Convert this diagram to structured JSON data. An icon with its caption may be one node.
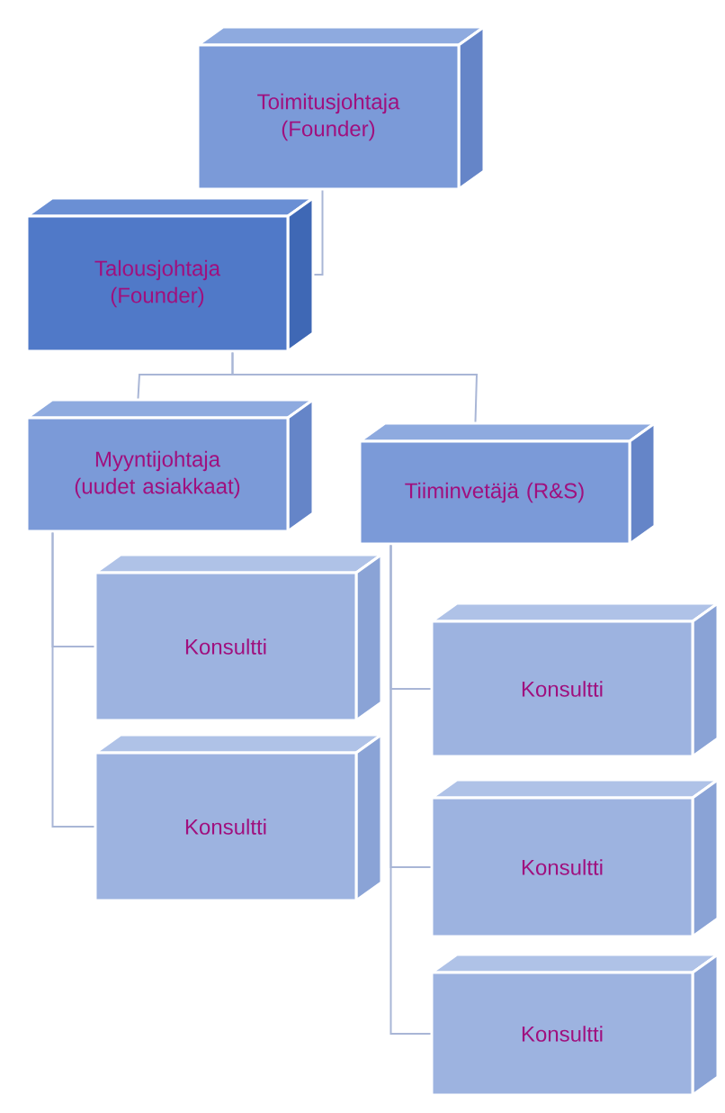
{
  "diagram": {
    "nodes": [
      {
        "text": [
          "Toimitusjohtaja (Founder)"
        ]
      },
      {
        "text": [
          "Talousjohtaja (Founder)"
        ]
      },
      {
        "text": [
          "Myyntijohtaja (uudet asiakkaat)"
        ]
      },
      {
        "text": [
          "Tiiminvetäjä (R&S)"
        ]
      },
      {
        "text": [
          "Konsultti"
        ]
      },
      {
        "text": [
          "Konsultti"
        ]
      },
      {
        "text": [
          "Konsultti"
        ]
      },
      {
        "text": [
          "Konsultti"
        ]
      },
      {
        "text": [
          "Konsultti"
        ]
      }
    ],
    "edges": [
      {
        "from": 0,
        "to": 1,
        "arrow": "none"
      },
      {
        "from": 1,
        "to": 2,
        "arrow": "none"
      },
      {
        "from": 1,
        "to": 3,
        "arrow": "none"
      },
      {
        "from": 2,
        "to": 4,
        "arrow": "none"
      },
      {
        "from": 2,
        "to": 5,
        "arrow": "none"
      },
      {
        "from": 3,
        "to": 6,
        "arrow": "none"
      },
      {
        "from": 3,
        "to": 7,
        "arrow": "none"
      },
      {
        "from": 3,
        "to": 8,
        "arrow": "none"
      }
    ]
  }
}
